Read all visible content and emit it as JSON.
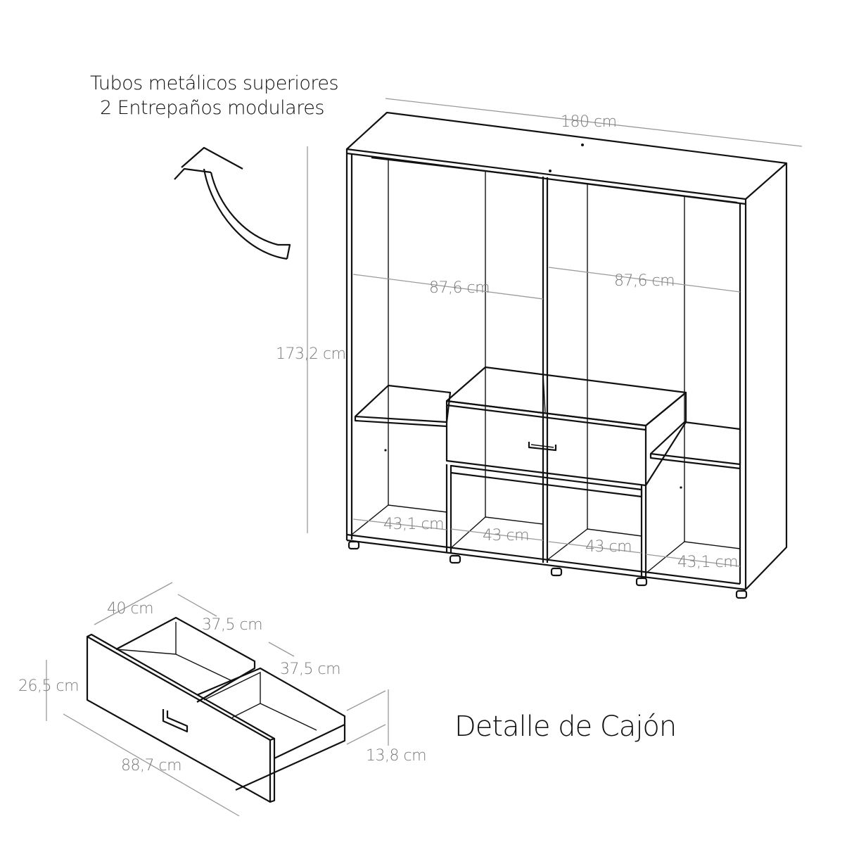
{
  "notes": {
    "line1": "Tubos metálicos superiores",
    "line2": "2 Entrepaños modulares"
  },
  "wardrobe": {
    "width": "180 cm",
    "height": "173,2 cm",
    "upper_left_width": "87,6 cm",
    "upper_right_width": "87,6 cm",
    "bottom_widths": [
      "43,1 cm",
      "43 cm",
      "43 cm",
      "43,1 cm"
    ]
  },
  "drawer": {
    "caption": "Detalle de Cajón",
    "depth": "40 cm",
    "compartment1": "37,5 cm",
    "compartment2": "37,5 cm",
    "front_height": "26,5 cm",
    "front_width": "88,7 cm",
    "side_height": "13,8 cm"
  },
  "colors": {
    "line": "#111111",
    "dimension": "#7a7a7a",
    "background": "#ffffff"
  }
}
